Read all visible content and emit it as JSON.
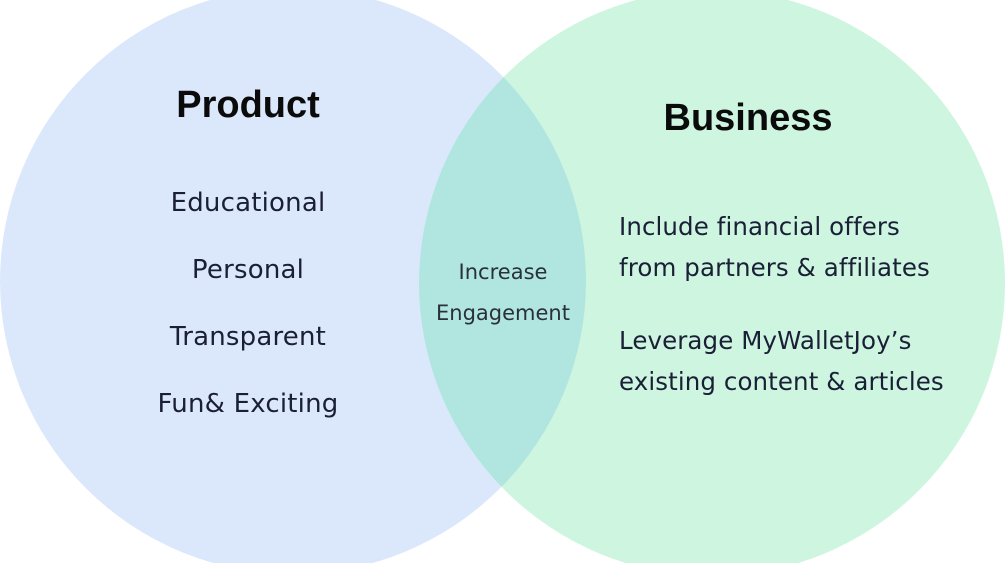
{
  "diagram": {
    "type": "venn",
    "colors": {
      "left_circle": "#dbe8fc",
      "right_circle": "#cdf5e0",
      "overlap": "#b0e6df"
    },
    "left": {
      "title": "Product",
      "items": [
        "Educational",
        "Personal",
        "Transparent",
        "Fun& Exciting"
      ]
    },
    "right": {
      "title": "Business",
      "items": [
        {
          "line1": "Include financial offers",
          "line2": "from partners & affiliates"
        },
        {
          "line1": "Leverage MyWalletJoy’s",
          "line2": "existing content & articles"
        }
      ]
    },
    "overlap": {
      "line1": "Increase",
      "line2": "Engagement"
    }
  }
}
